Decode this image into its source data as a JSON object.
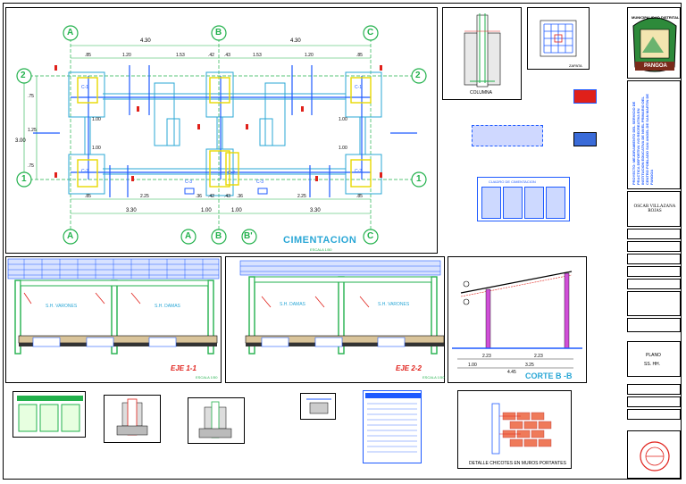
{
  "plan": {
    "title": "CIMENTACION",
    "subtitle": "ESCALA 1/50",
    "axes_top": [
      "A",
      "B",
      "C"
    ],
    "axes_bottom": [
      "A",
      "A",
      "B",
      "B'",
      "C"
    ],
    "axes_side": [
      "2",
      "1"
    ],
    "dims_top_total": [
      "4.30",
      "4.30"
    ],
    "dims_top": [
      ".85",
      "1.20",
      "1.53",
      ".42",
      ".43",
      "1.53",
      "1.20",
      ".85"
    ],
    "dims_bottom": [
      ".85",
      "2.25",
      ".36",
      ".42",
      ".43",
      ".36",
      "2.25",
      ".85"
    ],
    "dims_bottom_total": [
      "3.30",
      "1.00",
      "1.00",
      "3.30"
    ],
    "dims_left": [
      ".75",
      "1.25",
      "3.00",
      ".75"
    ],
    "dims_center": [
      "1.00",
      "1.00",
      "1.00",
      "1.00"
    ],
    "columns": [
      "C-1",
      "C-1",
      "C-2",
      "C-2",
      "C-2",
      "C-3",
      "C-3"
    ]
  },
  "sections": {
    "eje11": {
      "title": "EJE 1-1",
      "scale": "ESCALA 1/50",
      "labels": [
        "S.H. VARONES",
        "S.H. DAMAS"
      ]
    },
    "eje22": {
      "title": "EJE 2-2",
      "scale": "ESCALA 1/50",
      "labels": [
        "S.H. DAMAS",
        "S.H. VARONES"
      ]
    },
    "corteb": {
      "title": "CORTE B -B",
      "dims": [
        "1.00",
        "3.25",
        "4.45",
        "2.23",
        "2.23"
      ]
    }
  },
  "details": {
    "colocacion": "COLUMNA",
    "zapata": "ZAPATA",
    "cuadro": "CUADRO DE CIMENTACION",
    "chicotes": "DETALLE CHICOTES EN MUROS PORTANTES"
  },
  "titleblock": {
    "municipality": "MUNICIPALIDAD DISTRITAL",
    "town": "PANGOA",
    "project_text": "PROYECTO: MEJORAMIENTO DEL SERVICIO DE PRACTICA DEPORTIVA Y/O RECREATIVA EN INSTITUCION EDUCATIVA DE NIVEL PRIMARIO DEL CENTRO POBLADO SAN ANGEL DE SAN MARTIN DE PANGOA",
    "designer": "OSCAR VILLAZANA ROJAS",
    "plan_label": "PLANO",
    "plan_name": "SS. HH."
  },
  "colors": {
    "green": "#22b14c",
    "blue": "#1e5aff",
    "cyan": "#2aa7d6",
    "yellow": "#e8d800",
    "red": "#e0201a",
    "magenta": "#d04fd8",
    "dark": "#000000"
  }
}
